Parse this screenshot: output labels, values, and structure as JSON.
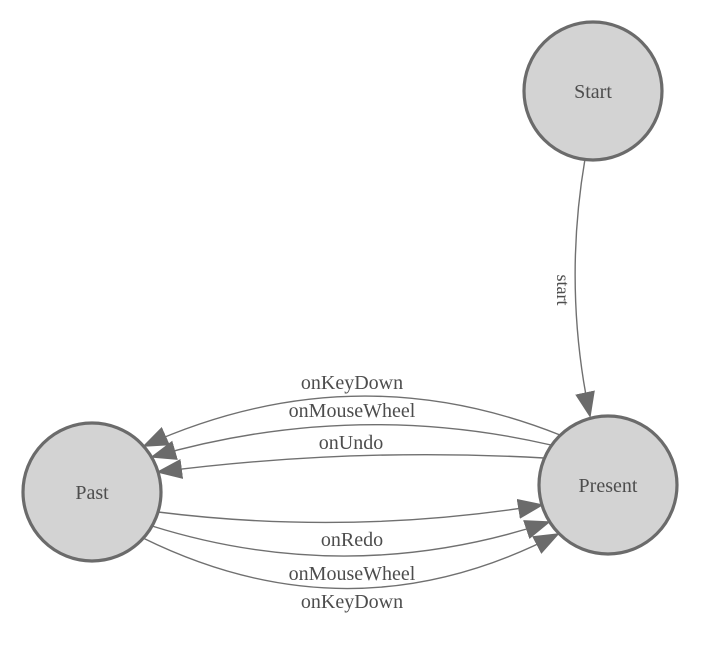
{
  "diagram": {
    "type": "state-diagram",
    "background": "#ffffff",
    "colors": {
      "node_fill": "#d3d3d3",
      "node_stroke": "#6b6b6b",
      "edge_stroke": "#707070",
      "arrow_fill": "#6b6b6b",
      "label_text": "#4d4d4d"
    },
    "nodes": [
      {
        "id": "start",
        "label": "Start"
      },
      {
        "id": "present",
        "label": "Present"
      },
      {
        "id": "past",
        "label": "Past"
      }
    ],
    "edges": [
      {
        "from": "Start",
        "to": "Present",
        "label": "start"
      },
      {
        "from": "Present",
        "to": "Past",
        "label": "onKeyDown"
      },
      {
        "from": "Present",
        "to": "Past",
        "label": "onMouseWheel"
      },
      {
        "from": "Present",
        "to": "Past",
        "label": "onUndo"
      },
      {
        "from": "Past",
        "to": "Present",
        "label": "onRedo"
      },
      {
        "from": "Past",
        "to": "Present",
        "label": "onMouseWheel"
      },
      {
        "from": "Past",
        "to": "Present",
        "label": "onKeyDown"
      }
    ]
  }
}
